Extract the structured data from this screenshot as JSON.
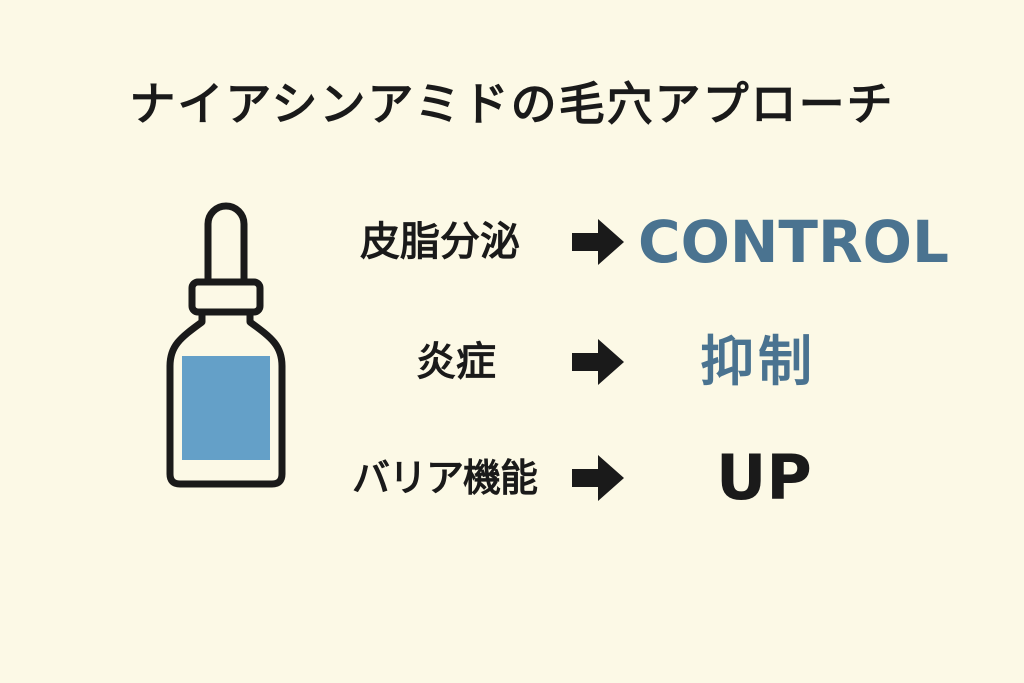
{
  "title": "ナイアシンアミドの毛穴アプローチ",
  "icon": "serum-dropper-bottle-icon",
  "colors": {
    "background": "#fcf9e6",
    "accent": "#4a7390",
    "label_fill": "#64a0c8",
    "text": "#1a1a1a"
  },
  "rows": [
    {
      "label": "皮脂分泌",
      "value": "CONTROL",
      "value_color": "#4a7390"
    },
    {
      "label": "炎症",
      "value": "抑制",
      "value_color": "#4a7390"
    },
    {
      "label": "バリア機能",
      "value": "UP",
      "value_color": "#1a1a1a"
    }
  ]
}
